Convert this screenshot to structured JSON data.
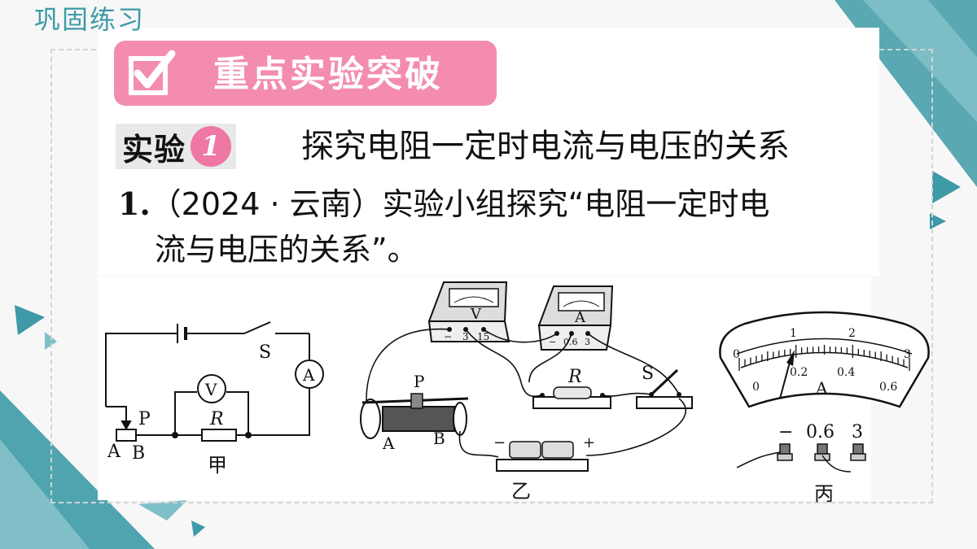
{
  "section_title": "巩固练习",
  "banner": {
    "text": "重点实验突破",
    "icon": "check-icon",
    "color": "#f38cb0"
  },
  "experiment": {
    "label": "实验",
    "number": "1",
    "title": "探究电阻一定时电流与电压的关系"
  },
  "question": {
    "number": "1.",
    "source": "（2024 · 云南）",
    "line1_rest": "实验小组探究“电阻一定时电",
    "line2": "流与电压的关系”。"
  },
  "figures": {
    "jia": {
      "caption": "甲",
      "switch_label": "S",
      "ammeter_label": "A",
      "voltmeter_label": "V",
      "resistor_label": "R",
      "slider_label": "P",
      "end_a": "A",
      "end_b": "B"
    },
    "yi": {
      "caption": "乙",
      "voltmeter_label": "V",
      "voltmeter_terminals": [
        "−",
        "3",
        "15"
      ],
      "ammeter_label": "A",
      "ammeter_terminals": [
        "−",
        "0.6",
        "3"
      ],
      "resistor_label": "R",
      "switch_label": "S",
      "slider_label": "P",
      "end_a": "A",
      "end_b": "B",
      "battery_minus": "−",
      "battery_plus": "+"
    },
    "bing": {
      "caption": "丙",
      "meter_label": "A",
      "upper_scale": [
        "0",
        "1",
        "2",
        "3"
      ],
      "lower_scale": [
        "0",
        "0.2",
        "0.4",
        "0.6"
      ],
      "terminals": [
        "−",
        "0.6",
        "3"
      ]
    }
  },
  "colors": {
    "teal": "#3d9aa6",
    "pink": "#f38cb0",
    "pink_badge": "#ee77a3"
  }
}
